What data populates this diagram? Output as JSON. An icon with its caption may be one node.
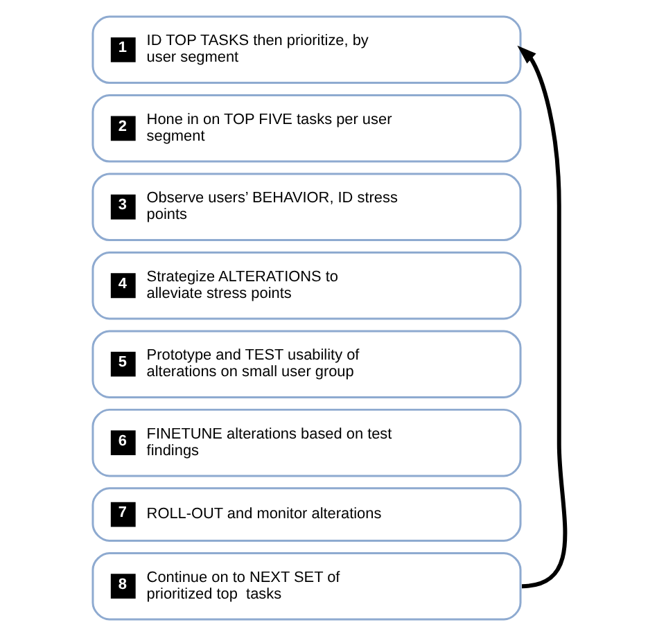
{
  "diagram": {
    "nodes": [
      {
        "text": [
          "1",
          "ID TOP TASKS then prioritize, by user segment"
        ]
      },
      {
        "text": [
          "2",
          "Hone in on TOP FIVE tasks per user segment"
        ]
      },
      {
        "text": [
          "3",
          "Observe users’ BEHAVIOR, ID stress points"
        ]
      },
      {
        "text": [
          "4",
          "Strategize ALTERATIONS to alleviate stress points"
        ]
      },
      {
        "text": [
          "5",
          "Prototype and TEST usability of alterations on small user group"
        ]
      },
      {
        "text": [
          "6",
          "FINETUNE alterations based on test findings"
        ]
      },
      {
        "text": [
          "7",
          "ROLL-OUT and monitor alterations"
        ]
      },
      {
        "text": [
          "8",
          "Continue on to NEXT SET of prioritized top  tasks"
        ]
      }
    ],
    "edges": [
      {
        "from": 7,
        "to": 0,
        "arrow": "to"
      }
    ]
  }
}
